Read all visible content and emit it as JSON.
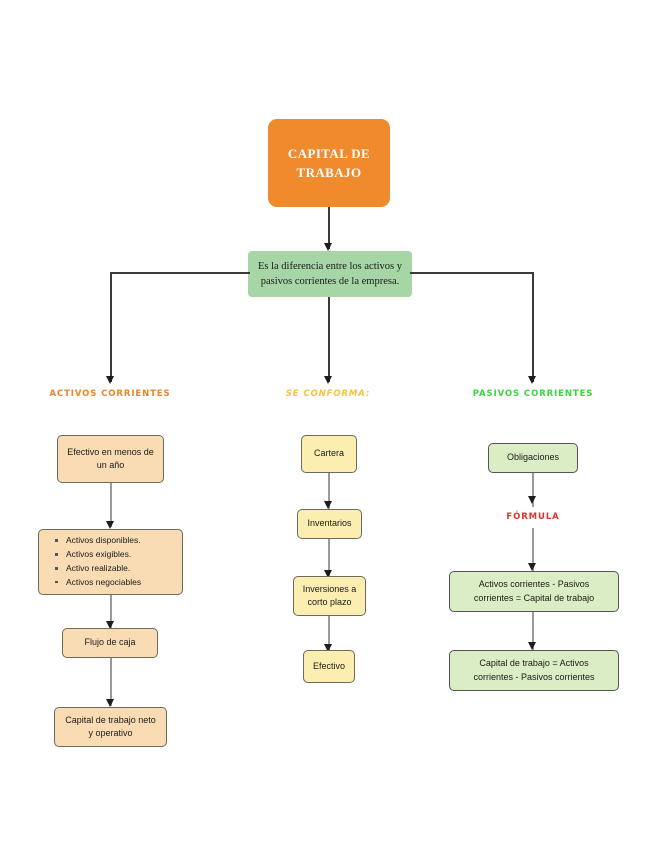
{
  "diagram": {
    "title_box": {
      "label": "CAPITAL DE\nTRABAJO",
      "color": "#ef8b2c"
    },
    "intro_box": {
      "label": "Es la diferencia entre los activos y\npasivos corrientes de la empresa.",
      "color": "#a6d6a6"
    },
    "columns": [
      {
        "header": "ACTIVOS CORRIENTES",
        "header_color": "#e8842a",
        "box_color": "#fadcb4",
        "nodes": [
          {
            "label": "Efectivo en menos de\nun año"
          },
          {
            "label": "",
            "bullets": [
              "Activos disponibles.",
              "Activos exigibles.",
              "Activo realizable.",
              "Activos negociables"
            ]
          },
          {
            "label": "Flujo de caja"
          },
          {
            "label": "Capital de trabajo  neto\ny operativo"
          }
        ]
      },
      {
        "header": "SE CONFORMA:",
        "header_color": "#f5c242",
        "box_color": "#fbeeb0",
        "nodes": [
          {
            "label": "Cartera"
          },
          {
            "label": "Inventarios"
          },
          {
            "label": "Inversiones a\ncorto plazo"
          },
          {
            "label": "Efectivo"
          }
        ]
      },
      {
        "header": "PASIVOS CORRIENTES",
        "header_color": "#3fd43f",
        "box_color": "#dbedc4",
        "sub_header": "FÓRMULA",
        "sub_header_color": "#e03030",
        "nodes": [
          {
            "label": "Obligaciones"
          },
          {
            "label": "Activos corrientes - Pasivos\ncorrientes = Capital de trabajo"
          },
          {
            "label": "Capital de trabajo = Activos\ncorrientes - Pasivos corrientes"
          }
        ]
      }
    ]
  }
}
